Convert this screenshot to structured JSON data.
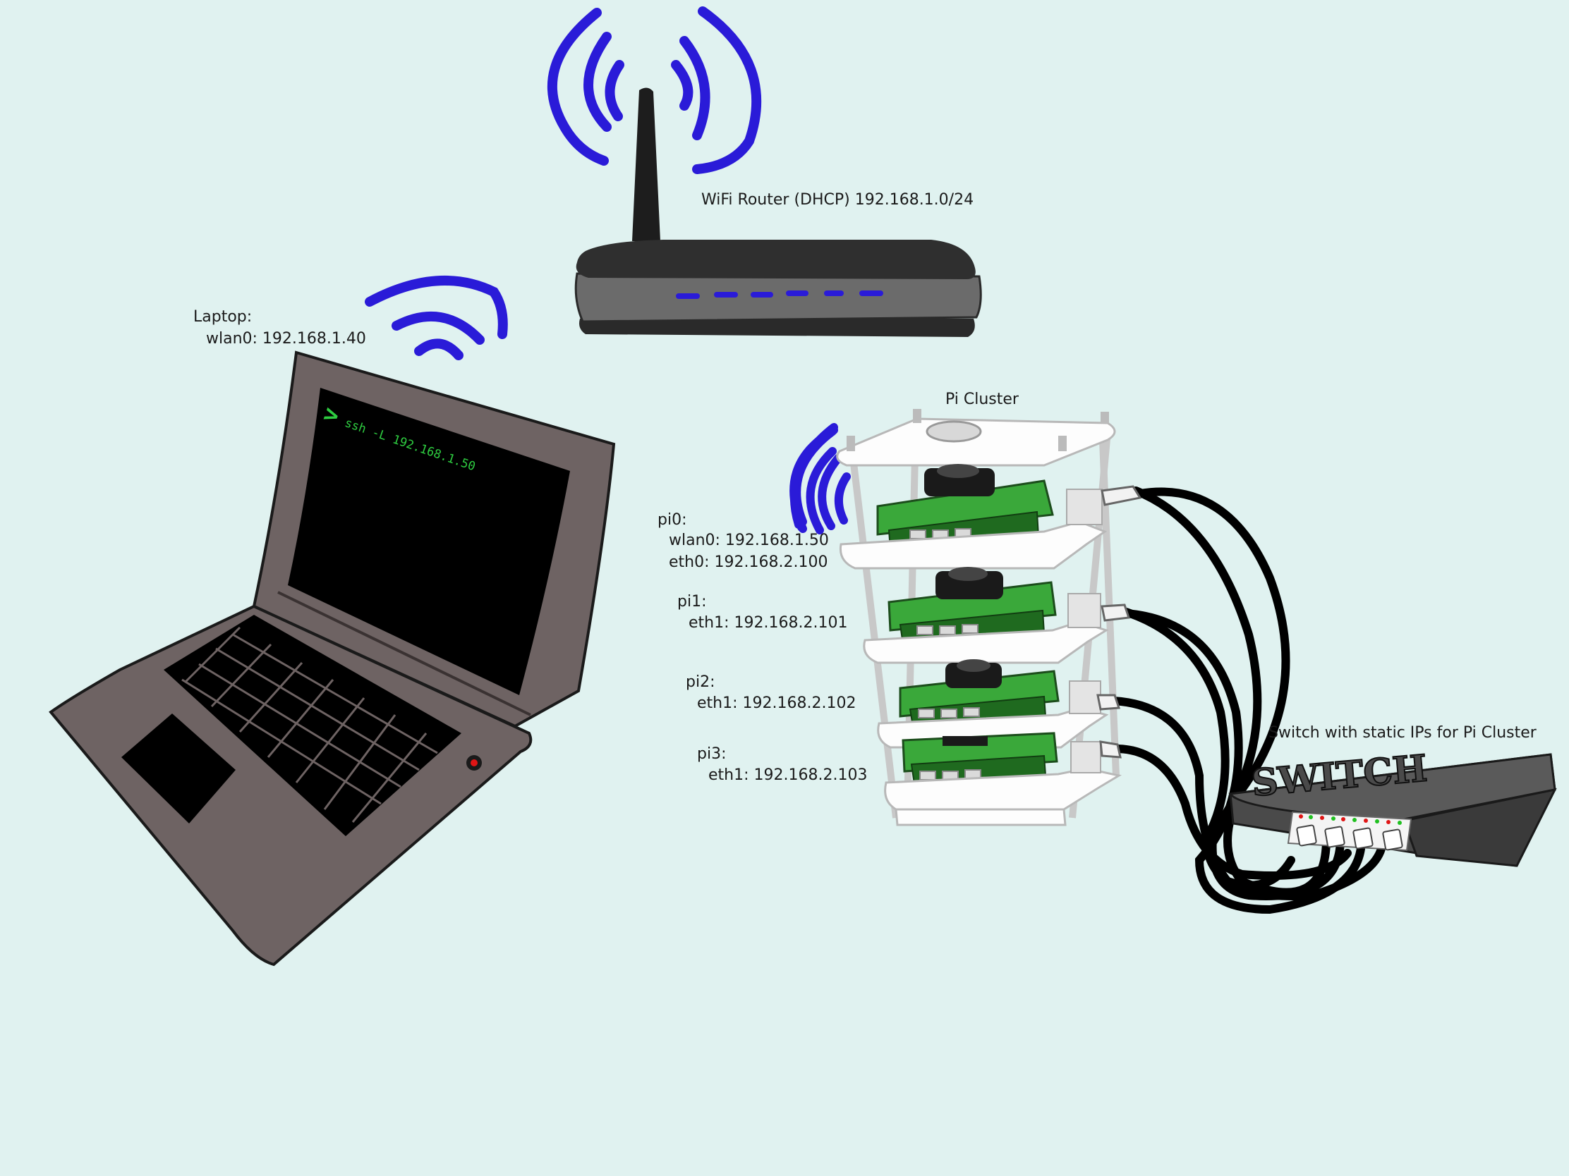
{
  "router": {
    "label": "WiFi Router (DHCP) 192.168.1.0/24"
  },
  "laptop": {
    "title": "Laptop:",
    "wlan0": "wlan0: 192.168.1.40",
    "terminal_prompt": ">",
    "terminal_command": "ssh -L 192.168.1.50"
  },
  "cluster": {
    "title": "Pi Cluster",
    "nodes": [
      {
        "name": "pi0:",
        "lines": [
          "wlan0: 192.168.1.50",
          "eth0: 192.168.2.100"
        ]
      },
      {
        "name": "pi1:",
        "lines": [
          "eth1: 192.168.2.101"
        ]
      },
      {
        "name": "pi2:",
        "lines": [
          "eth1: 192.168.2.102"
        ]
      },
      {
        "name": "pi3:",
        "lines": [
          "eth1: 192.168.2.103"
        ]
      }
    ]
  },
  "switch": {
    "label": "Switch with static IPs for Pi Cluster",
    "brand": "SWITCH"
  },
  "colors": {
    "background": "#e0f2f0",
    "wifi_waves": "#2a1bd8",
    "router_body": "#6b6b6b",
    "router_top": "#2f2f2f",
    "laptop_body": "#6e6363",
    "screen": "#000000",
    "terminal_text": "#2ecc40",
    "pcb": "#3aa83a",
    "cable": "#000000",
    "switch_body": "#4a4a4a",
    "power_led": "#e01515"
  }
}
